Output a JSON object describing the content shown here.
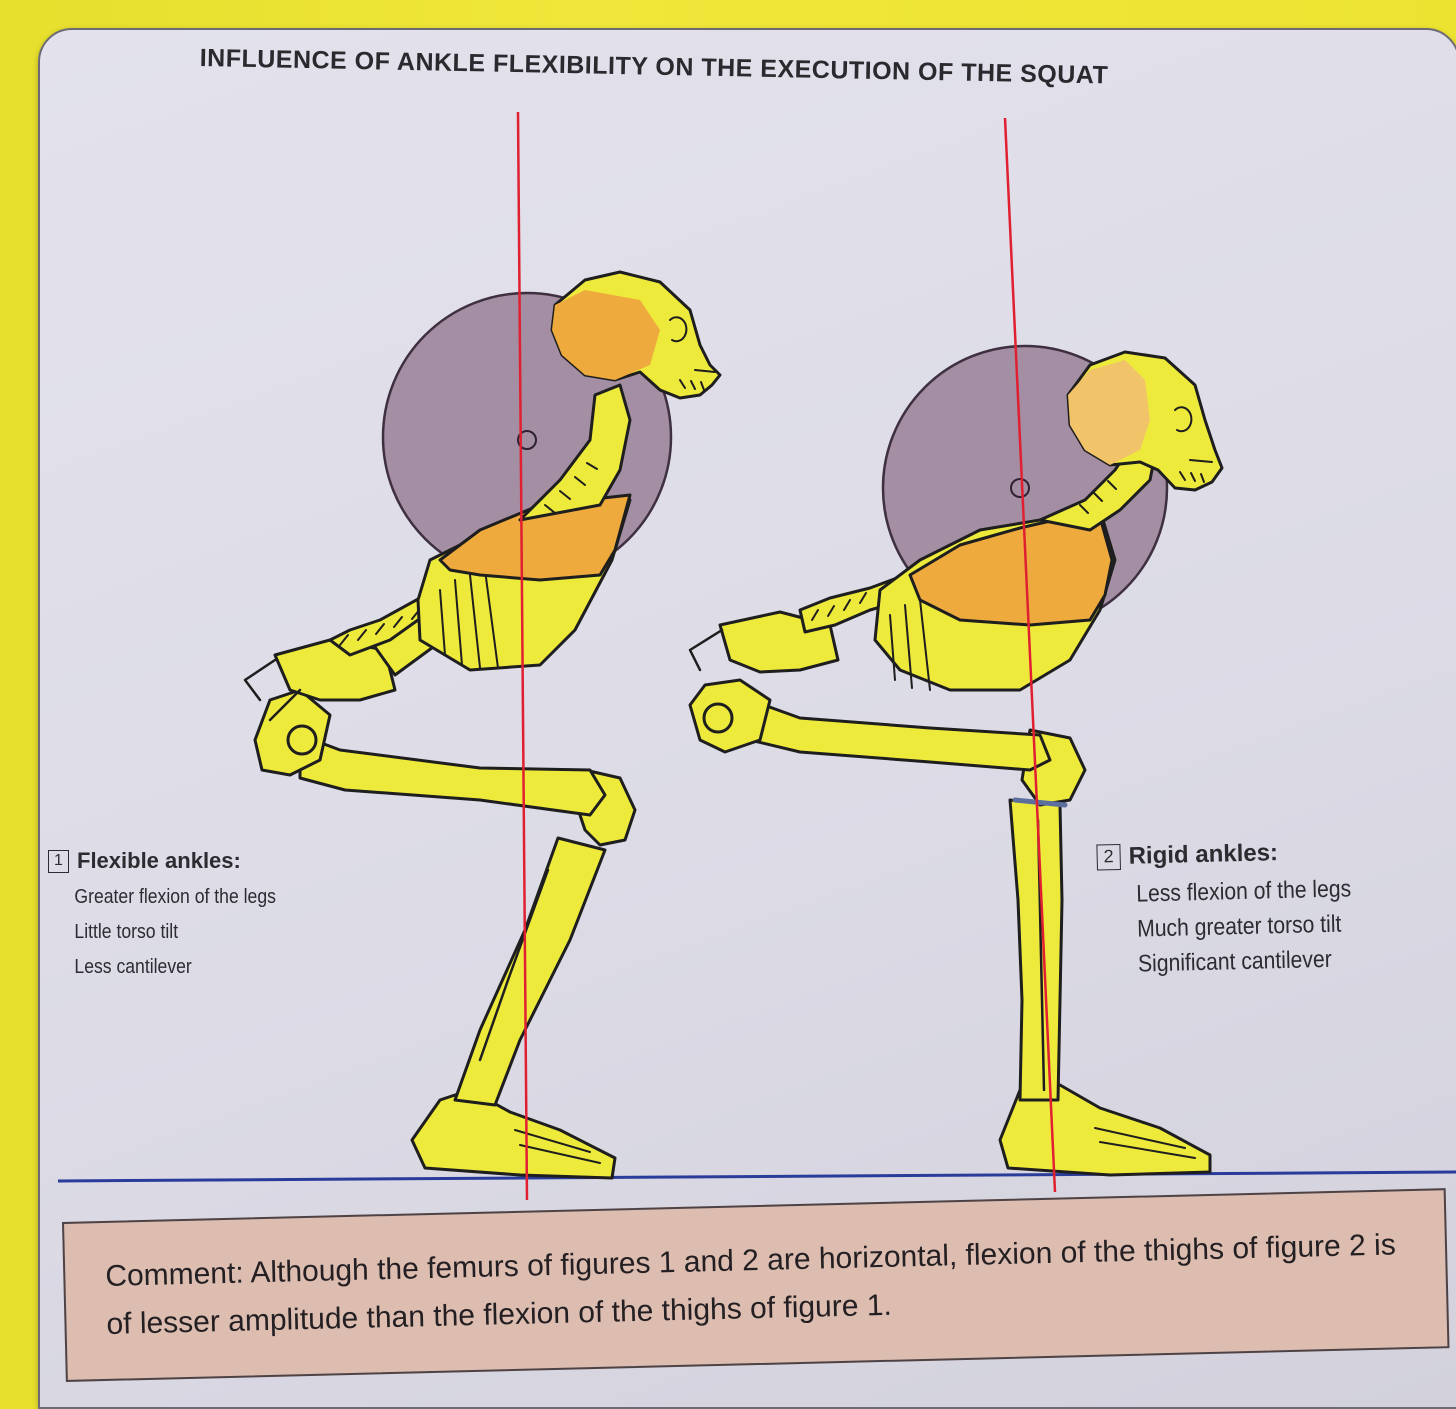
{
  "title": "INFLUENCE OF ANKLE FLEXIBILITY ON THE EXECUTION OF THE SQUAT",
  "figure1": {
    "number": "1",
    "heading": "Flexible ankles:",
    "lines": [
      "Greater flexion of the legs",
      "Little torso tilt",
      "Less cantilever"
    ]
  },
  "figure2": {
    "number": "2",
    "heading": "Rigid ankles:",
    "lines": [
      "Less flexion of the legs",
      "Much greater torso tilt",
      "Significant cantilever"
    ]
  },
  "comment": {
    "label": "Comment:",
    "text": "Although the femurs of figures 1 and 2 are horizontal, flexion of the thighs of figure 2 is of lesser amplitude than the flexion of the thighs of figure 1."
  },
  "colors": {
    "page_background": "#e9e02b",
    "card_background": "#dddce6",
    "bone_yellow": "#eeea3c",
    "torso_orange": "#eeaa3c",
    "weight_disc": "#a48ea3",
    "plumb_line": "#e02030",
    "ground_line": "#2a3c9a",
    "comment_box": "#dcbdb0"
  }
}
